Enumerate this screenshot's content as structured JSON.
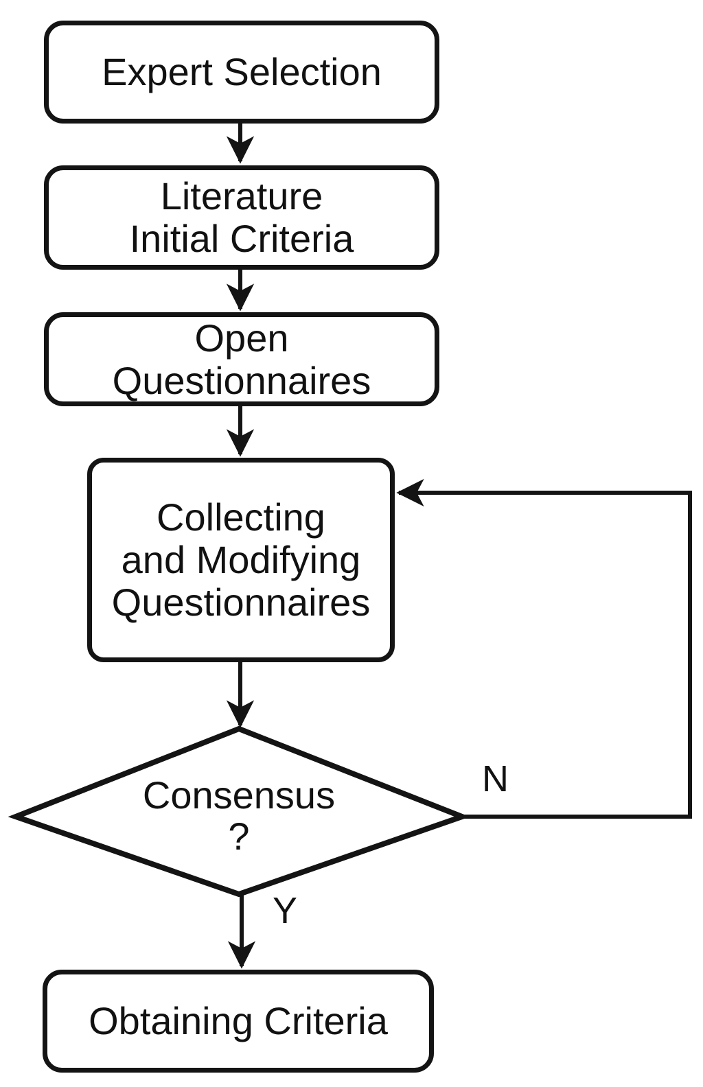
{
  "figure": {
    "type": "flowchart",
    "background": "#ffffff",
    "stroke_color": "#141414",
    "node_fill": "#ffffff",
    "text_color": "#111111"
  },
  "flow": {
    "nodes": {
      "expert_selection": {
        "shape": "rounded-rect",
        "lines": [
          "Expert Selection"
        ]
      },
      "literature_initial_criteria": {
        "shape": "rounded-rect",
        "lines": [
          "Literature",
          "Initial Criteria"
        ]
      },
      "open_questionnaires": {
        "shape": "rounded-rect",
        "lines": [
          "Open",
          "Questionnaires"
        ]
      },
      "collecting_modifying_questionnaires": {
        "shape": "rounded-rect",
        "lines": [
          "Collecting",
          "and Modifying",
          "Questionnaires"
        ]
      },
      "consensus": {
        "shape": "diamond",
        "lines": [
          "Consensus",
          "?"
        ]
      },
      "obtaining_criteria": {
        "shape": "rounded-rect",
        "lines": [
          "Obtaining Criteria"
        ]
      }
    },
    "labels": {
      "yes": "Y",
      "no": "N"
    },
    "edges": [
      {
        "from": "expert_selection",
        "to": "literature_initial_criteria"
      },
      {
        "from": "literature_initial_criteria",
        "to": "open_questionnaires"
      },
      {
        "from": "open_questionnaires",
        "to": "collecting_modifying_questionnaires"
      },
      {
        "from": "collecting_modifying_questionnaires",
        "to": "consensus"
      },
      {
        "from": "consensus",
        "to": "obtaining_criteria",
        "label": "Y"
      },
      {
        "from": "consensus",
        "to": "collecting_modifying_questionnaires",
        "label": "N"
      }
    ]
  }
}
